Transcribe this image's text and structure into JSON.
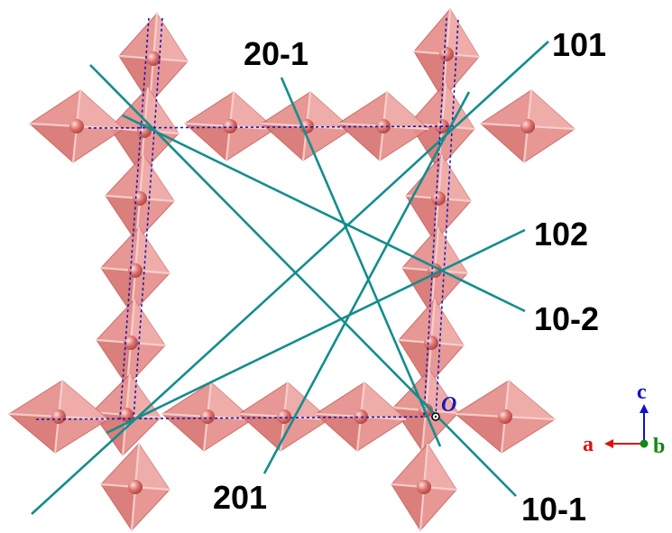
{
  "colors": {
    "octahedron_fill": "#e58f8b",
    "octahedron_dark": "#c9625e",
    "octahedron_light": "#f2b7b3",
    "atom": "#e07470",
    "trace_line": "#138d8d",
    "cell_edge": "#1a1ab5",
    "axis_a": "#dd1111",
    "axis_b": "#118811",
    "axis_c": "#1111cc"
  },
  "plane_labels": {
    "p20m1": "20-1",
    "p101": "101",
    "p102": "102",
    "p10m2": "10-2",
    "p201": "201",
    "p10m1": "10-1"
  },
  "origin_label": "O",
  "axes": {
    "a": "a",
    "b": "b",
    "c": "c"
  }
}
